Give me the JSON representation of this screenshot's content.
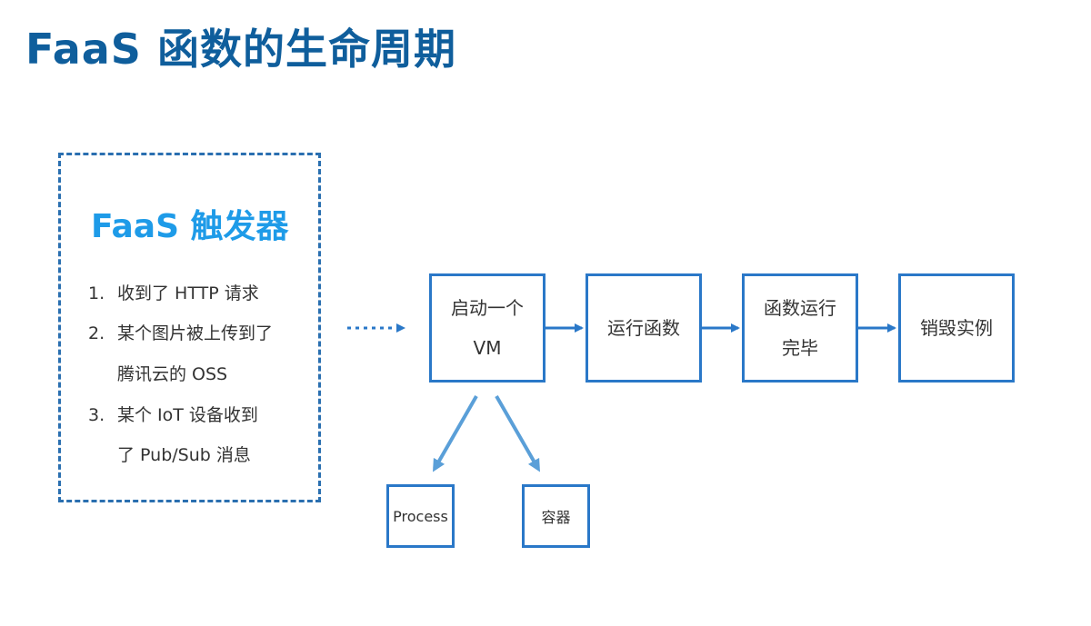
{
  "title": "FaaS 函数的生命周期",
  "trigger": {
    "title": "FaaS 触发器",
    "items": [
      {
        "number": "1.",
        "lines": [
          "收到了 HTTP 请求"
        ]
      },
      {
        "number": "2.",
        "lines": [
          "某个图片被上传到了",
          "腾讯云的 OSS"
        ]
      },
      {
        "number": "3.",
        "lines": [
          "某个 IoT 设备收到",
          "了 Pub/Sub 消息"
        ]
      }
    ]
  },
  "flow": {
    "steps": [
      {
        "lines": [
          "启动一个",
          "VM"
        ]
      },
      {
        "lines": [
          "运行函数"
        ]
      },
      {
        "lines": [
          "函数运行",
          "完毕"
        ]
      },
      {
        "lines": [
          "销毁实例"
        ]
      }
    ],
    "sub_steps": [
      {
        "label": "Process"
      },
      {
        "label": "容器"
      }
    ]
  },
  "colors": {
    "title": "#0f5e9c",
    "trigger_title": "#1e9be8",
    "box_border": "#2a78c8",
    "dashed_border": "#2a6fb0",
    "arrow": "#2a78c8"
  }
}
